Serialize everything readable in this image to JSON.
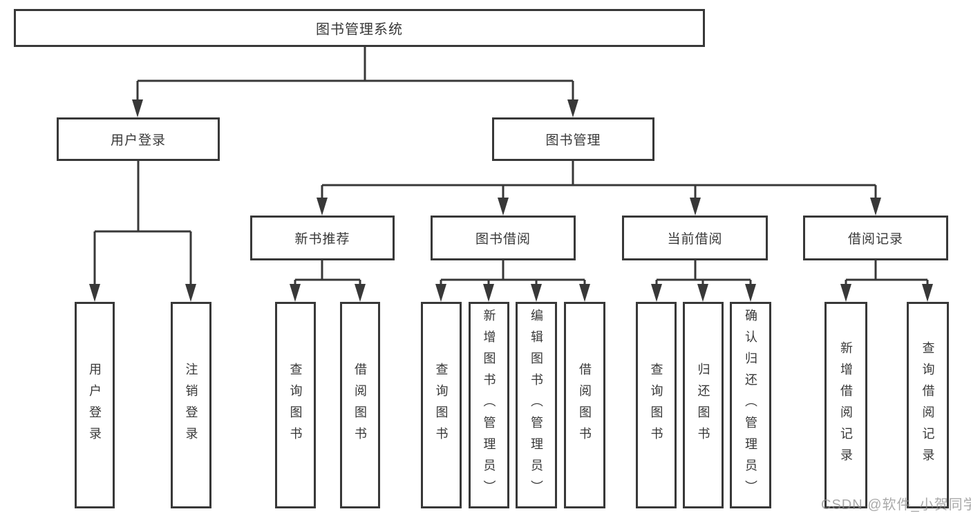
{
  "diagram": {
    "title": "图书管理系统",
    "root": {
      "label": "图书管理系统"
    },
    "level2": {
      "user_login": {
        "label": "用户登录"
      },
      "book_mgmt": {
        "label": "图书管理"
      }
    },
    "level3": {
      "new_book_rec": {
        "label": "新书推荐"
      },
      "book_borrow": {
        "label": "图书借阅"
      },
      "current_borrow": {
        "label": "当前借阅"
      },
      "borrow_records": {
        "label": "借阅记录"
      }
    },
    "leaves": {
      "user_login": {
        "label": "用户登录",
        "parent": "用户登录"
      },
      "logout": {
        "label": "注销登录",
        "parent": "用户登录"
      },
      "rec_query_book": {
        "label": "查询图书",
        "parent": "新书推荐"
      },
      "rec_borrow_book": {
        "label": "借阅图书",
        "parent": "新书推荐"
      },
      "bb_query_book": {
        "label": "查询图书",
        "parent": "图书借阅"
      },
      "bb_add_book": {
        "label": "新增图书（管理员）",
        "parent": "图书借阅"
      },
      "bb_edit_book": {
        "label": "编辑图书（管理员）",
        "parent": "图书借阅"
      },
      "bb_borrow_book": {
        "label": "借阅图书",
        "parent": "图书借阅"
      },
      "cb_query_book": {
        "label": "查询图书",
        "parent": "当前借阅"
      },
      "cb_return_book": {
        "label": "归还图书",
        "parent": "当前借阅"
      },
      "cb_confirm_return": {
        "label": "确认归还（管理员）",
        "parent": "当前借阅"
      },
      "br_add_record": {
        "label": "新增借阅记录",
        "parent": "借阅记录"
      },
      "br_query_record": {
        "label": "查询借阅记录",
        "parent": "借阅记录"
      }
    }
  },
  "watermark": "CSDN @软件_小贺同学",
  "colors": {
    "line": "#383838",
    "box_border": "#383838",
    "text": "#383838",
    "background": "#ffffff",
    "watermark": "#8c8c8c"
  }
}
